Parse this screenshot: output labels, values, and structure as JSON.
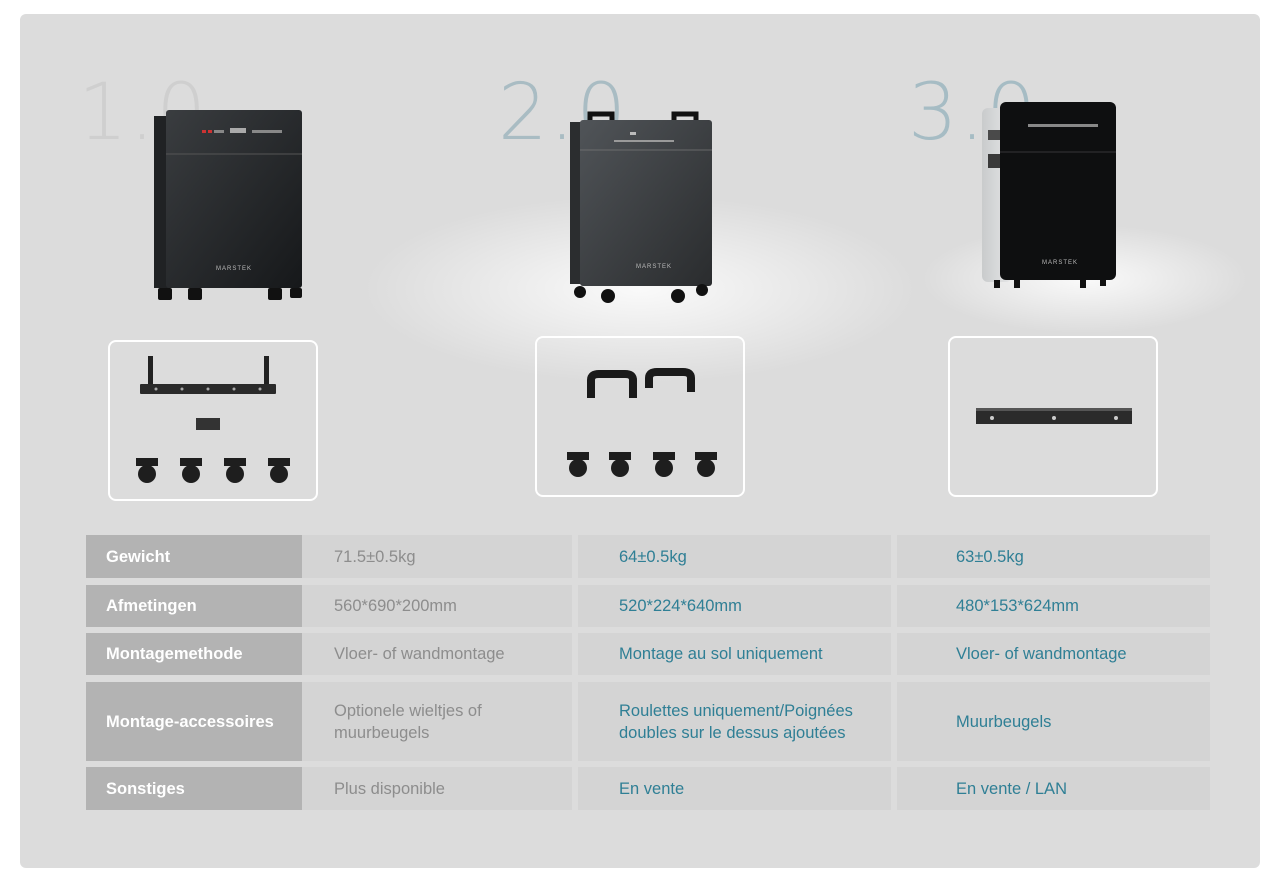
{
  "versions": [
    {
      "label": "1.0",
      "brand": "MARSTEK"
    },
    {
      "label": "2.0",
      "brand": "MARSTEK"
    },
    {
      "label": "3.0",
      "brand": "MARSTEK"
    }
  ],
  "specs": {
    "rows": [
      {
        "label": "Gewicht",
        "v1": "71.5±0.5kg",
        "v2": "64±0.5kg",
        "v3": "63±0.5kg"
      },
      {
        "label": "Afmetingen",
        "v1": "560*690*200mm",
        "v2": "520*224*640mm",
        "v3": "480*153*624mm"
      },
      {
        "label": "Montagemethode",
        "v1": "Vloer- of wandmontage",
        "v2": "Montage au sol uniquement",
        "v3": "Vloer- of wandmontage"
      },
      {
        "label": "Montage-accessoires",
        "v1": "Optionele wieltjes of muurbeugels",
        "v2": "Roulettes uniquement/Poignées doubles sur le dessus ajoutées",
        "v3": "Muurbeugels"
      },
      {
        "label": "Sonstiges",
        "v1": "Plus disponible",
        "v2": "En vente",
        "v3": "En vente / LAN"
      }
    ]
  },
  "colors": {
    "panel": "#dcdcdc",
    "label_cell": "#b3b3b3",
    "value_cell": "#d4d4d4",
    "accent_text": "#2f7f95",
    "muted_text": "#8d8d8d"
  }
}
